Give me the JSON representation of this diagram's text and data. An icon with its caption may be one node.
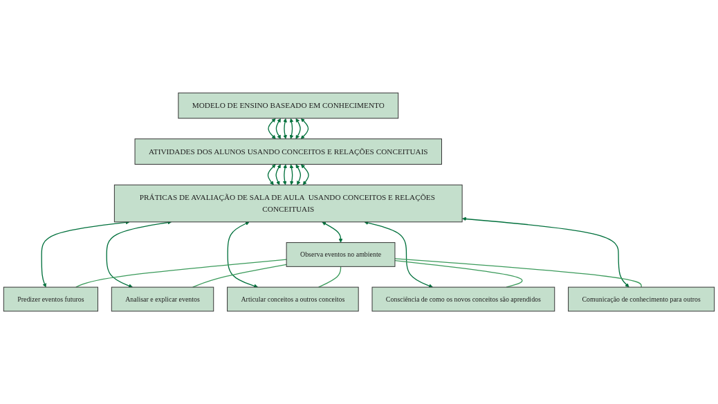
{
  "diagram": {
    "nodes": [
      {
        "text": [
          "MODELO DE ENSINO BASEADO EM CONHECIMENTO"
        ]
      },
      {
        "text": [
          "ATIVIDADES DOS ALUNOS USANDO CONCEITOS E RELAÇÕES CONCEITUAIS"
        ]
      },
      {
        "text": [
          "PRÁTICAS DE AVALIAÇÃO DE SALA DE AULA  USANDO CONCEITOS E RELAÇÕES CONCEITUAIS"
        ]
      },
      {
        "text": [
          "Observa eventos no ambiente"
        ]
      },
      {
        "text": [
          "Predizer eventos futuros"
        ]
      },
      {
        "text": [
          "Analisar e explicar eventos"
        ]
      },
      {
        "text": [
          "Articular conceitos a outros conceitos"
        ]
      },
      {
        "text": [
          "Consciência de como os novos conceitos são aprendidos"
        ]
      },
      {
        "text": [
          "Comunicação de conhecimento para outros"
        ]
      }
    ],
    "edges": [
      {
        "from": 0,
        "to": 1,
        "arrow": "both"
      },
      {
        "from": 0,
        "to": 1,
        "arrow": "both"
      },
      {
        "from": 0,
        "to": 1,
        "arrow": "both"
      },
      {
        "from": 0,
        "to": 1,
        "arrow": "both"
      },
      {
        "from": 0,
        "to": 1,
        "arrow": "both"
      },
      {
        "from": 0,
        "to": 1,
        "arrow": "both"
      },
      {
        "from": 1,
        "to": 2,
        "arrow": "both"
      },
      {
        "from": 1,
        "to": 2,
        "arrow": "both"
      },
      {
        "from": 1,
        "to": 2,
        "arrow": "both"
      },
      {
        "from": 1,
        "to": 2,
        "arrow": "both"
      },
      {
        "from": 1,
        "to": 2,
        "arrow": "both"
      },
      {
        "from": 1,
        "to": 2,
        "arrow": "both"
      },
      {
        "from": 2,
        "to": 3,
        "arrow": "both"
      },
      {
        "from": 2,
        "to": 4,
        "arrow": "both"
      },
      {
        "from": 2,
        "to": 5,
        "arrow": "both"
      },
      {
        "from": 2,
        "to": 6,
        "arrow": "both"
      },
      {
        "from": 2,
        "to": 7,
        "arrow": "both"
      },
      {
        "from": 2,
        "to": 8,
        "arrow": "both"
      },
      {
        "from": 3,
        "to": 4,
        "arrow": "none",
        "color": "#3a9a5a"
      },
      {
        "from": 3,
        "to": 5,
        "arrow": "none",
        "color": "#3a9a5a"
      },
      {
        "from": 3,
        "to": 6,
        "arrow": "none",
        "color": "#3a9a5a"
      },
      {
        "from": 3,
        "to": 7,
        "arrow": "none",
        "color": "#3a9a5a"
      },
      {
        "from": 3,
        "to": 8,
        "arrow": "none",
        "color": "#3a9a5a"
      }
    ]
  }
}
